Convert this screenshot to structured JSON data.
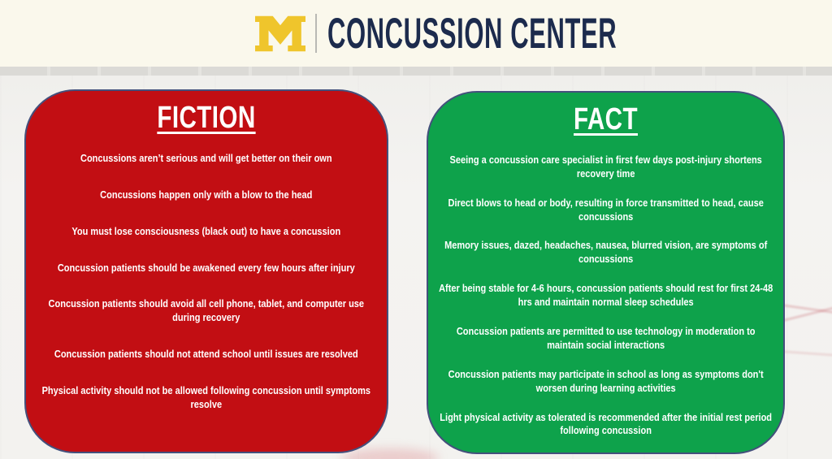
{
  "header": {
    "brand": "CONCUSSION CENTER",
    "logo": "michigan-block-m"
  },
  "fiction_card": {
    "title": "FICTION",
    "items": [
      "Concussions aren’t serious and will get better on their own",
      "Concussions happen only with a blow to the head",
      "You must lose consciousness (black out) to have a concussion",
      "Concussion patients should be awakened every few hours after injury",
      "Concussion patients should avoid all cell phone, tablet, and computer use during recovery",
      "Concussion patients should not attend school until issues are resolved",
      "Physical activity should not be allowed following concussion until symptoms resolve"
    ]
  },
  "fact_card": {
    "title": "FACT",
    "items": [
      "Seeing a concussion care specialist in first few days post-injury shortens recovery time",
      "Direct blows to head or body, resulting in force transmitted to head, cause concussions",
      "Memory issues, dazed, headaches, nausea, blurred vision, are symptoms of concussions",
      "After being stable for 4-6 hours, concussion patients should rest for first 24-48 hrs and maintain normal sleep schedules",
      "Concussion patients are permitted to use technology in moderation to maintain social interactions",
      "Concussion patients may participate in school as long as symptoms don't worsen during learning activities",
      "Light physical activity as tolerated is recommended after the initial rest period following concussion"
    ]
  },
  "colors": {
    "maize": "#efc52c",
    "navy": "#1c2b4d",
    "fiction_red": "#c20e13",
    "fact_green": "#0ea24b",
    "header_cream": "#faf8ec",
    "card_border": "#44507c"
  }
}
